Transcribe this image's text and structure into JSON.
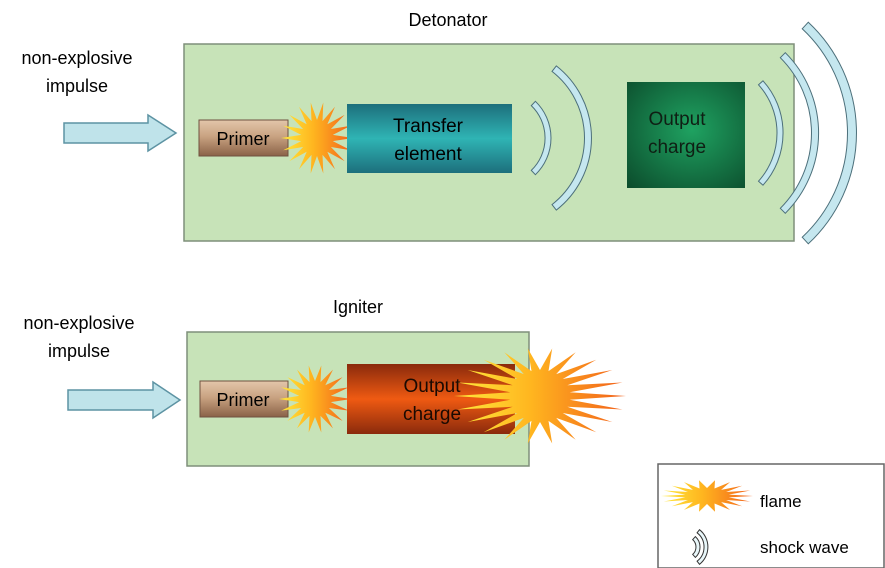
{
  "detonator": {
    "title": "Detonator",
    "input_label_line1": "non-explosive",
    "input_label_line2": "impulse",
    "primer_label": "Primer",
    "transfer_label_line1": "Transfer",
    "transfer_label_line2": "element",
    "output_label_line1": "Output",
    "output_label_line2": "charge"
  },
  "igniter": {
    "title": "Igniter",
    "input_label_line1": "non-explosive",
    "input_label_line2": "impulse",
    "primer_label": "Primer",
    "output_label_line1": "Output",
    "output_label_line2": "charge"
  },
  "legend": {
    "flame_label": "flame",
    "shock_wave_label": "shock wave",
    "flame_icon": "flame-icon",
    "shock_wave_icon": "shock-wave-icon"
  },
  "colors": {
    "housing": "#c7e3b8",
    "arrow": "#bfe3ea",
    "primer": "#c9a382",
    "transfer": "#29a3a6",
    "detonator_output": "#1b8a4f",
    "igniter_output": "#cf4f14",
    "flame_outer": "#f3691d",
    "flame_inner": "#ffe33a",
    "shock_wave": "#c5e7ef"
  }
}
